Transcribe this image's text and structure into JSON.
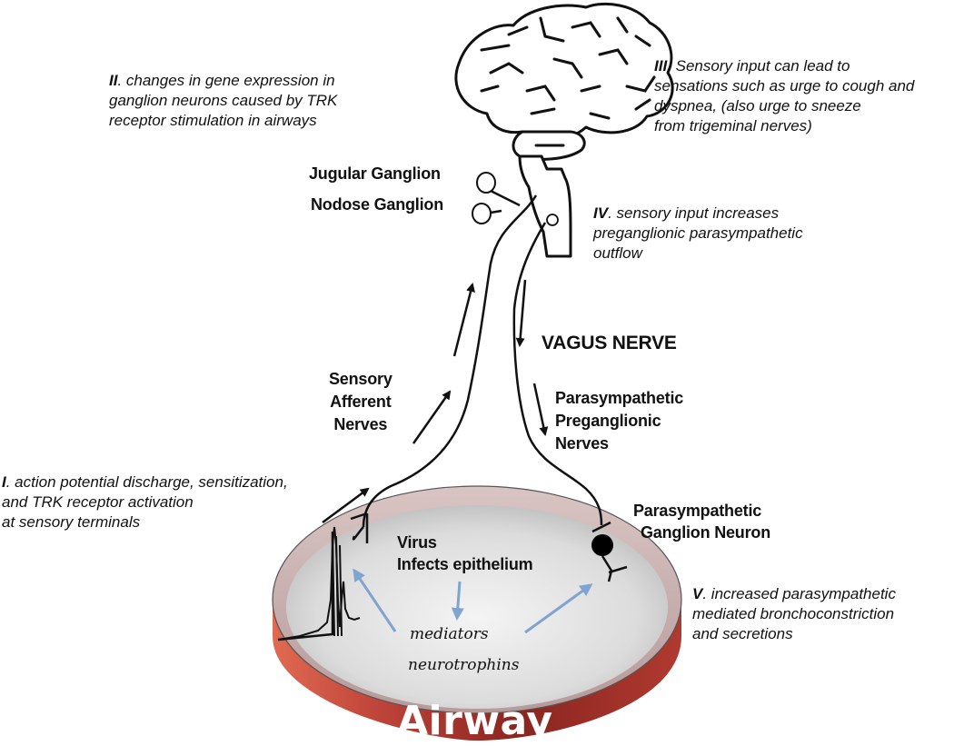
{
  "steps": {
    "step1": {
      "numeral": "I",
      "lines": [
        ". action potential discharge, sensitization,",
        "and TRK receptor activation",
        "at sensory terminals"
      ]
    },
    "step2": {
      "numeral": "II",
      "lines": [
        ". changes in gene expression in",
        "ganglion neurons caused by TRK",
        "receptor stimulation in airways"
      ]
    },
    "step3": {
      "numeral": "III.",
      "lines": [
        " Sensory input can lead to",
        "sensations such as urge to cough and",
        "dyspnea,  (also urge to sneeze",
        "from trigeminal nerves)"
      ]
    },
    "step4": {
      "numeral": "IV",
      "lines": [
        ". sensory input increases",
        "preganglionic parasympathetic",
        "outflow"
      ]
    },
    "step5": {
      "numeral": "V",
      "lines": [
        ". increased parasympathetic",
        "mediated bronchoconstriction",
        "and secretions"
      ]
    }
  },
  "labels": {
    "jugular": "Jugular Ganglion",
    "nodose": "Nodose Ganglion",
    "vagus": "VAGUS NERVE",
    "sensory": [
      "Sensory",
      "Afferent",
      "Nerves"
    ],
    "parasym_pre": [
      "Parasympathetic",
      "Preganglionic",
      "Nerves"
    ],
    "parasym_gang": [
      "Parasympathetic",
      "Ganglion Neuron"
    ],
    "virus": [
      "Virus",
      "Infects epithelium"
    ],
    "mediators": "mediators",
    "neurotrophins": "neurotrophins",
    "airway": "Airway"
  },
  "colors": {
    "airway_wall_dark": "#8e2a24",
    "airway_wall_light": "#e06a52",
    "airway_lumen": "#e8e8e8",
    "blue_arrow": "#7fa4cf",
    "line": "#111111"
  }
}
